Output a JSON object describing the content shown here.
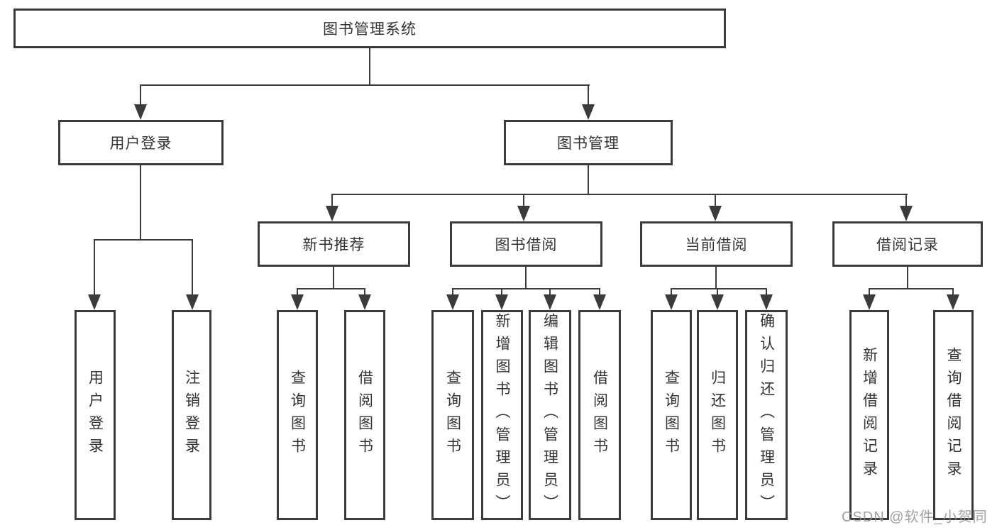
{
  "diagram": {
    "title": "图书管理系统",
    "type": "hierarchy-tree",
    "colors": {
      "line": "#3b3b3b",
      "text": "#333333",
      "background": "#ffffff",
      "watermark": "#919191"
    },
    "tree": {
      "label": "图书管理系统",
      "children": [
        {
          "label": "用户登录",
          "children": [
            {
              "label": "用户登录"
            },
            {
              "label": "注销登录"
            }
          ]
        },
        {
          "label": "图书管理",
          "children": [
            {
              "label": "新书推荐",
              "children": [
                {
                  "label": "查询图书"
                },
                {
                  "label": "借阅图书"
                }
              ]
            },
            {
              "label": "图书借阅",
              "children": [
                {
                  "label": "查询图书"
                },
                {
                  "label": "新增图书（管理员）"
                },
                {
                  "label": "编辑图书（管理员）"
                },
                {
                  "label": "借阅图书"
                }
              ]
            },
            {
              "label": "当前借阅",
              "children": [
                {
                  "label": "查询图书"
                },
                {
                  "label": "归还图书"
                },
                {
                  "label": "确认归还（管理员）"
                }
              ]
            },
            {
              "label": "借阅记录",
              "children": [
                {
                  "label": "新增借阅记录"
                },
                {
                  "label": "查询借阅记录"
                }
              ]
            }
          ]
        }
      ]
    },
    "watermark": "CSDN @软件_小贺同学"
  }
}
